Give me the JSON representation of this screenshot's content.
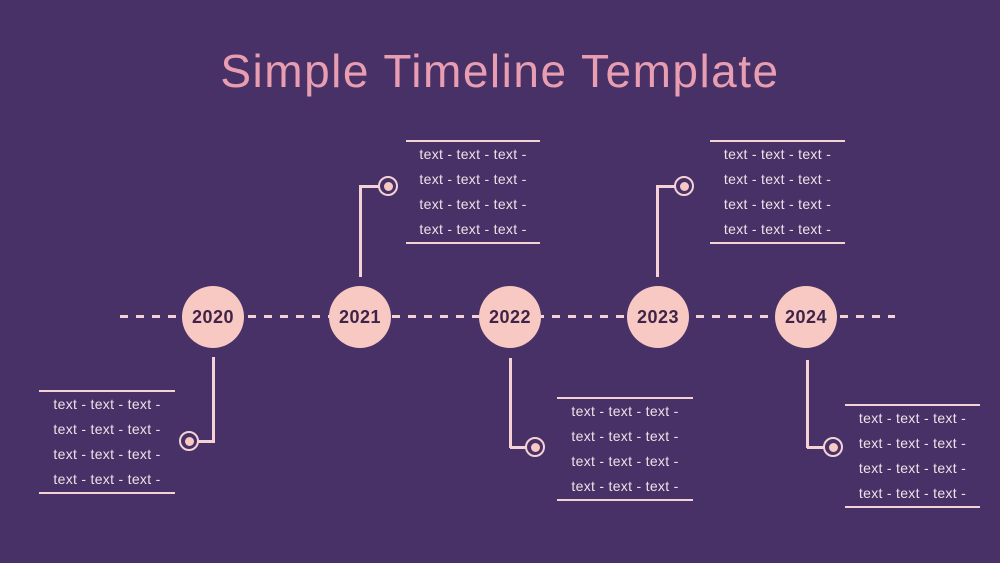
{
  "slide": {
    "title": "Simple Timeline Template"
  },
  "colors": {
    "background": "#483167",
    "title_color": "#e99db0",
    "circle_fill": "#f8c8c3",
    "year_color": "#3f2449",
    "line_color": "#f4d2d6",
    "text_color": "#f0e1e7"
  },
  "milestones": [
    {
      "year": "2020",
      "placement": "below",
      "lines": [
        "text - text - text -",
        "text - text - text -",
        "text - text - text -",
        "text - text - text -"
      ]
    },
    {
      "year": "2021",
      "placement": "above",
      "lines": [
        "text - text - text -",
        "text - text - text -",
        "text - text - text -",
        "text - text - text -"
      ]
    },
    {
      "year": "2022",
      "placement": "below",
      "lines": [
        "text - text - text -",
        "text - text - text -",
        "text - text - text -",
        "text - text - text -"
      ]
    },
    {
      "year": "2023",
      "placement": "above",
      "lines": [
        "text - text - text -",
        "text - text - text -",
        "text - text - text -",
        "text - text - text -"
      ]
    },
    {
      "year": "2024",
      "placement": "below",
      "lines": [
        "text - text - text -",
        "text - text - text -",
        "text - text - text -",
        "text - text - text -"
      ]
    }
  ]
}
